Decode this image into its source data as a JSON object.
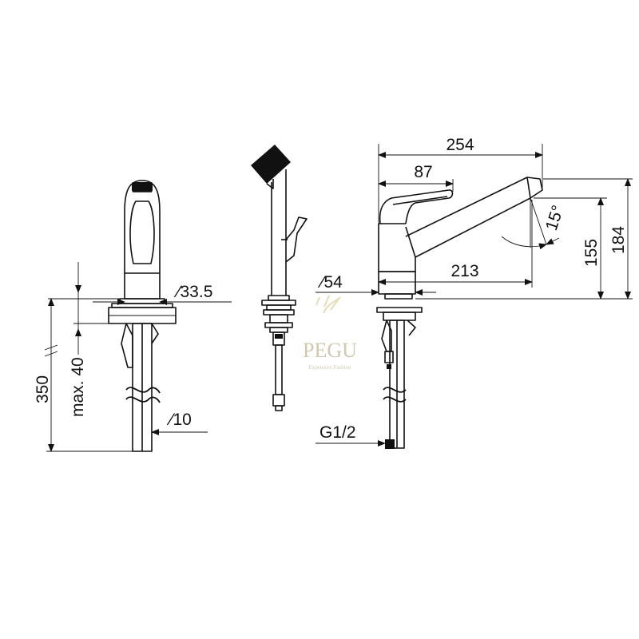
{
  "dimensions": {
    "total_length": "254",
    "handle_length": "87",
    "spout_reach": "213",
    "spout_height": "155",
    "total_height": "184",
    "swivel_angle": "15°",
    "base_diameter": "∕54",
    "body_diameter": "∕33.5",
    "hose_diameter": "∕10",
    "hose_length": "350",
    "deck_thickness": "max. 40",
    "connection": "G1/2"
  },
  "watermark": {
    "brand": "PEGU",
    "tagline": "Expensive Fashion"
  },
  "colors": {
    "line": "#111111",
    "watermark": "#c8c0a0"
  }
}
